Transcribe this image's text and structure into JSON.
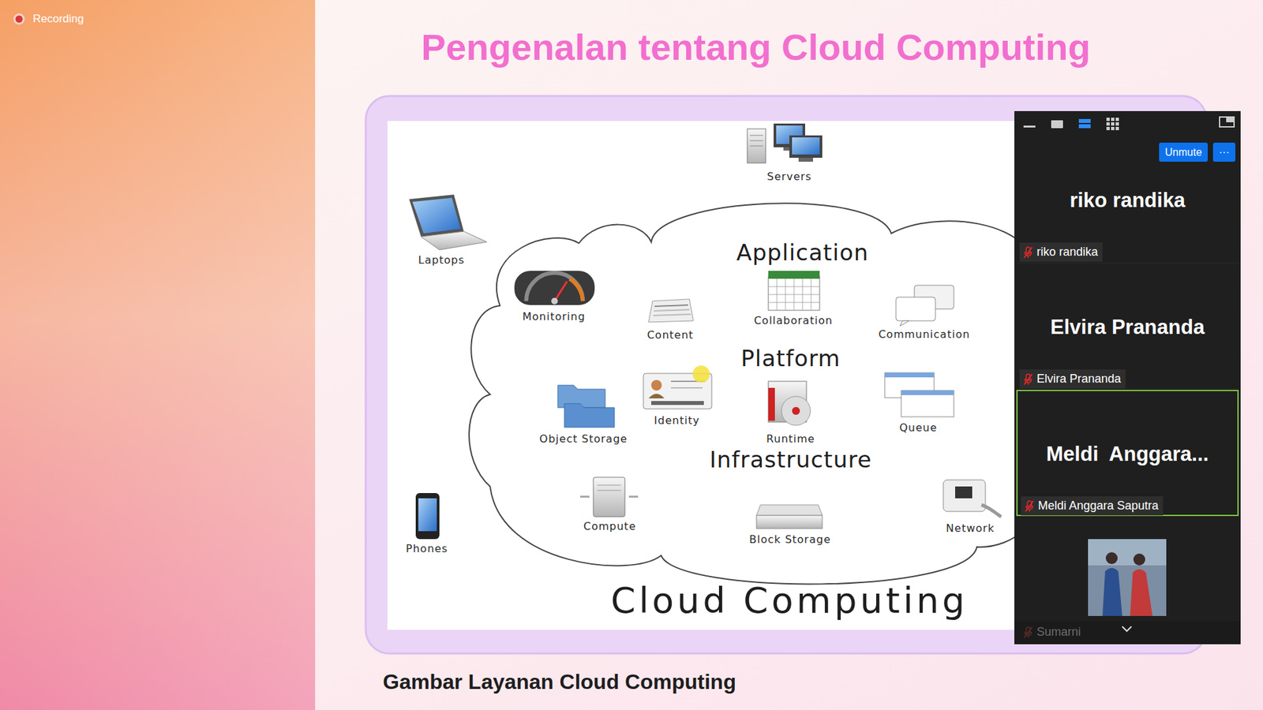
{
  "diagram": {
    "title": "Pengenalan tentang Cloud Computing",
    "caption": "Gambar Layanan Cloud Computing",
    "nodes": [
      {
        "text": [
          "Application",
          "Platform",
          "Infrastructure"
        ]
      },
      {
        "text": [
          "Unmute"
        ]
      },
      {
        "text": [
          "···"
        ]
      },
      {
        "text": [
          "riko randika",
          "riko randika"
        ]
      },
      {
        "text": [
          "Elvira Prananda",
          "Elvira Prananda"
        ]
      },
      {
        "text": [
          "Meldi  Anggara...",
          "Meldi Anggara Saputra"
        ]
      },
      {
        "text": [
          "Sumarni"
        ]
      }
    ],
    "labels": [
      "Recording",
      "Servers",
      "Laptops",
      "Monitoring",
      "Content",
      "Collaboration",
      "Communication",
      "Object Storage",
      "Identity",
      "Runtime",
      "Queue",
      "Compute",
      "Block Storage",
      "Network",
      "Phones",
      "Cloud Computing"
    ]
  }
}
